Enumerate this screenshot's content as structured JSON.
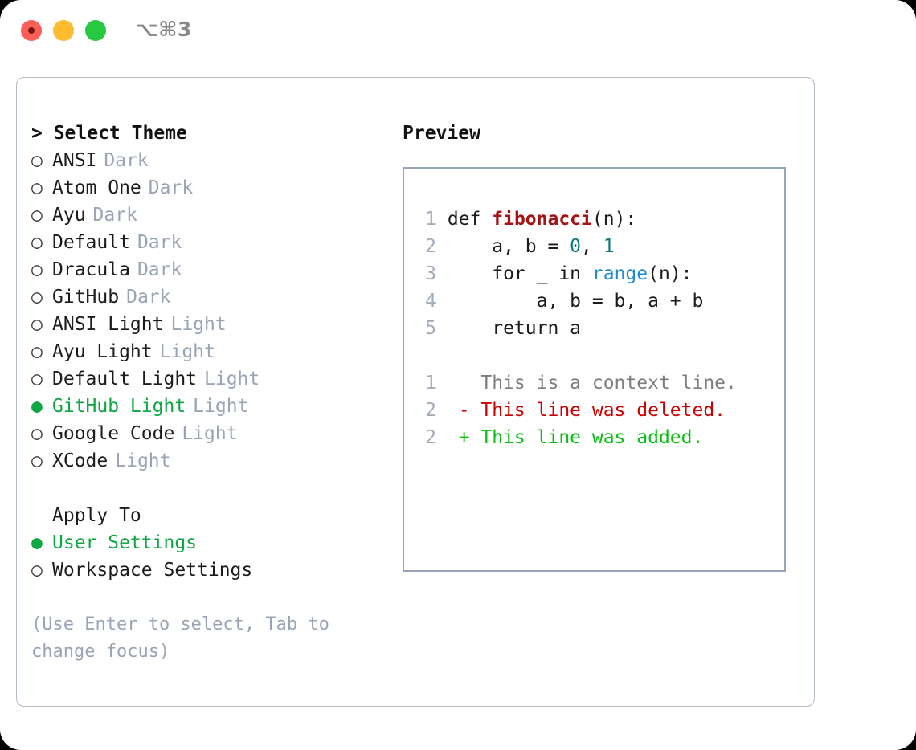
{
  "window": {
    "title": "⌥⌘3",
    "traffic_lights": [
      "close",
      "minimize",
      "zoom"
    ]
  },
  "left_panel": {
    "header": "> Select Theme",
    "themes": [
      {
        "marker": "○",
        "name": "ANSI",
        "kind": "Dark",
        "selected": false
      },
      {
        "marker": "○",
        "name": "Atom One",
        "kind": "Dark",
        "selected": false
      },
      {
        "marker": "○",
        "name": "Ayu",
        "kind": "Dark",
        "selected": false
      },
      {
        "marker": "○",
        "name": "Default",
        "kind": "Dark",
        "selected": false
      },
      {
        "marker": "○",
        "name": "Dracula",
        "kind": "Dark",
        "selected": false
      },
      {
        "marker": "○",
        "name": "GitHub",
        "kind": "Dark",
        "selected": false
      },
      {
        "marker": "○",
        "name": "ANSI Light",
        "kind": "Light",
        "selected": false
      },
      {
        "marker": "○",
        "name": "Ayu Light",
        "kind": "Light",
        "selected": false
      },
      {
        "marker": "○",
        "name": "Default Light",
        "kind": "Light",
        "selected": false
      },
      {
        "marker": "●",
        "name": "GitHub Light",
        "kind": "Light",
        "selected": true
      },
      {
        "marker": "○",
        "name": "Google Code",
        "kind": "Light",
        "selected": false
      },
      {
        "marker": "○",
        "name": "XCode",
        "kind": "Light",
        "selected": false
      }
    ],
    "apply_to": {
      "title": "Apply To",
      "options": [
        {
          "marker": "●",
          "label": "User Settings",
          "selected": true
        },
        {
          "marker": "○",
          "label": "Workspace Settings",
          "selected": false
        }
      ]
    },
    "hint": "(Use Enter to select, Tab to change focus)"
  },
  "right_panel": {
    "label": "Preview",
    "code_lines": [
      {
        "num": "1",
        "tokens": [
          {
            "text": " def ",
            "style": "plain"
          },
          {
            "text": "fibonacci",
            "style": "fn"
          },
          {
            "text": "(n):",
            "style": "plain"
          }
        ]
      },
      {
        "num": "2",
        "tokens": [
          {
            "text": "     a, b = ",
            "style": "plain"
          },
          {
            "text": "0",
            "style": "num"
          },
          {
            "text": ", ",
            "style": "plain"
          },
          {
            "text": "1",
            "style": "num"
          }
        ]
      },
      {
        "num": "3",
        "tokens": [
          {
            "text": "     for _ in ",
            "style": "plain"
          },
          {
            "text": "range",
            "style": "call"
          },
          {
            "text": "(n):",
            "style": "plain"
          }
        ]
      },
      {
        "num": "4",
        "tokens": [
          {
            "text": "         a, b = b, a + b",
            "style": "plain"
          }
        ]
      },
      {
        "num": "5",
        "tokens": [
          {
            "text": "     return a",
            "style": "plain"
          }
        ]
      }
    ],
    "diff_lines": [
      {
        "num": "1",
        "sign": "  ",
        "text": "This is a context line.",
        "kind": "context"
      },
      {
        "num": "2",
        "sign": "- ",
        "text": "This line was deleted.",
        "kind": "deleted"
      },
      {
        "num": "2",
        "sign": "+ ",
        "text": "This line was added.",
        "kind": "added"
      }
    ]
  },
  "colors": {
    "selected_green": "#0fa743",
    "muted_gray": "#9aa4b4",
    "diff_deleted": "#cc0000",
    "diff_added": "#0bbf12",
    "diff_context": "#7d7d7d",
    "code_function": "#a31515",
    "code_number": "#0f7b7b",
    "code_call": "#1f8dd6",
    "panel_border": "#b2bac6",
    "preview_border": "#97a3b6",
    "traffic_red": "#fd5e57",
    "traffic_yellow": "#febc2e",
    "traffic_green": "#28c840"
  }
}
